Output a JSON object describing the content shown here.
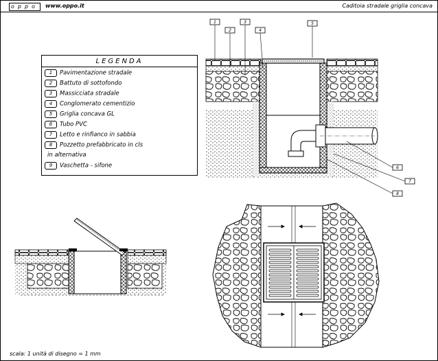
{
  "header": {
    "logo": "oppo",
    "url": "www.oppo.it",
    "title": "Caditoia stradale griglia concava"
  },
  "legend": {
    "title": "LEGENDA",
    "items": [
      {
        "num": "1",
        "label": "Pavimentazione stradale"
      },
      {
        "num": "2",
        "label": "Battuto di sottofondo"
      },
      {
        "num": "3",
        "label": "Massicciata stradale"
      },
      {
        "num": "4",
        "label": "Conglomerato cementizio"
      },
      {
        "num": "5",
        "label": "Griglia concava GL"
      },
      {
        "num": "6",
        "label": "Tubo PVC"
      },
      {
        "num": "7",
        "label": "Letto e rinfianco in sabbia"
      },
      {
        "num": "8",
        "label": "Pozzetto prefabbricato in cls"
      },
      {
        "num": "",
        "label": "in alternativa"
      },
      {
        "num": "9",
        "label": "Vaschetta - sifone"
      }
    ]
  },
  "callouts": [
    "1",
    "2",
    "3",
    "4",
    "5",
    "6",
    "7",
    "8"
  ],
  "scale": "scala: 1 unità di disegno = 1 mm"
}
